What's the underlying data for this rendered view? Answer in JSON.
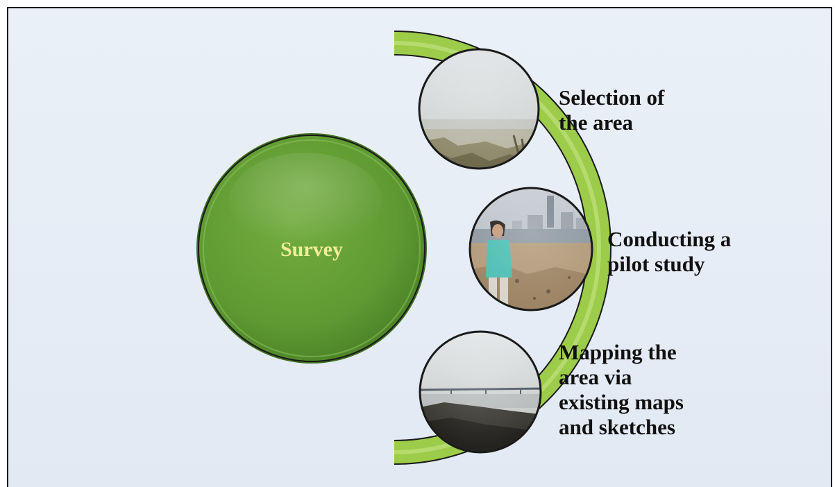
{
  "diagram": {
    "center": {
      "label": "Survey",
      "color": "#5f9a32",
      "label_color": "#f3ec9a"
    },
    "arc": {
      "color": "#9ccc4a",
      "outline": "#1a1a1a"
    },
    "steps": [
      {
        "label": "Selection of\nthe area",
        "photo": "hazy-shoreline-photo"
      },
      {
        "label": "Conducting a\npilot study",
        "photo": "person-on-beach-photo"
      },
      {
        "label": "Mapping the\narea via\nexisting maps\nand sketches",
        "photo": "sea-bridge-photo"
      }
    ]
  }
}
